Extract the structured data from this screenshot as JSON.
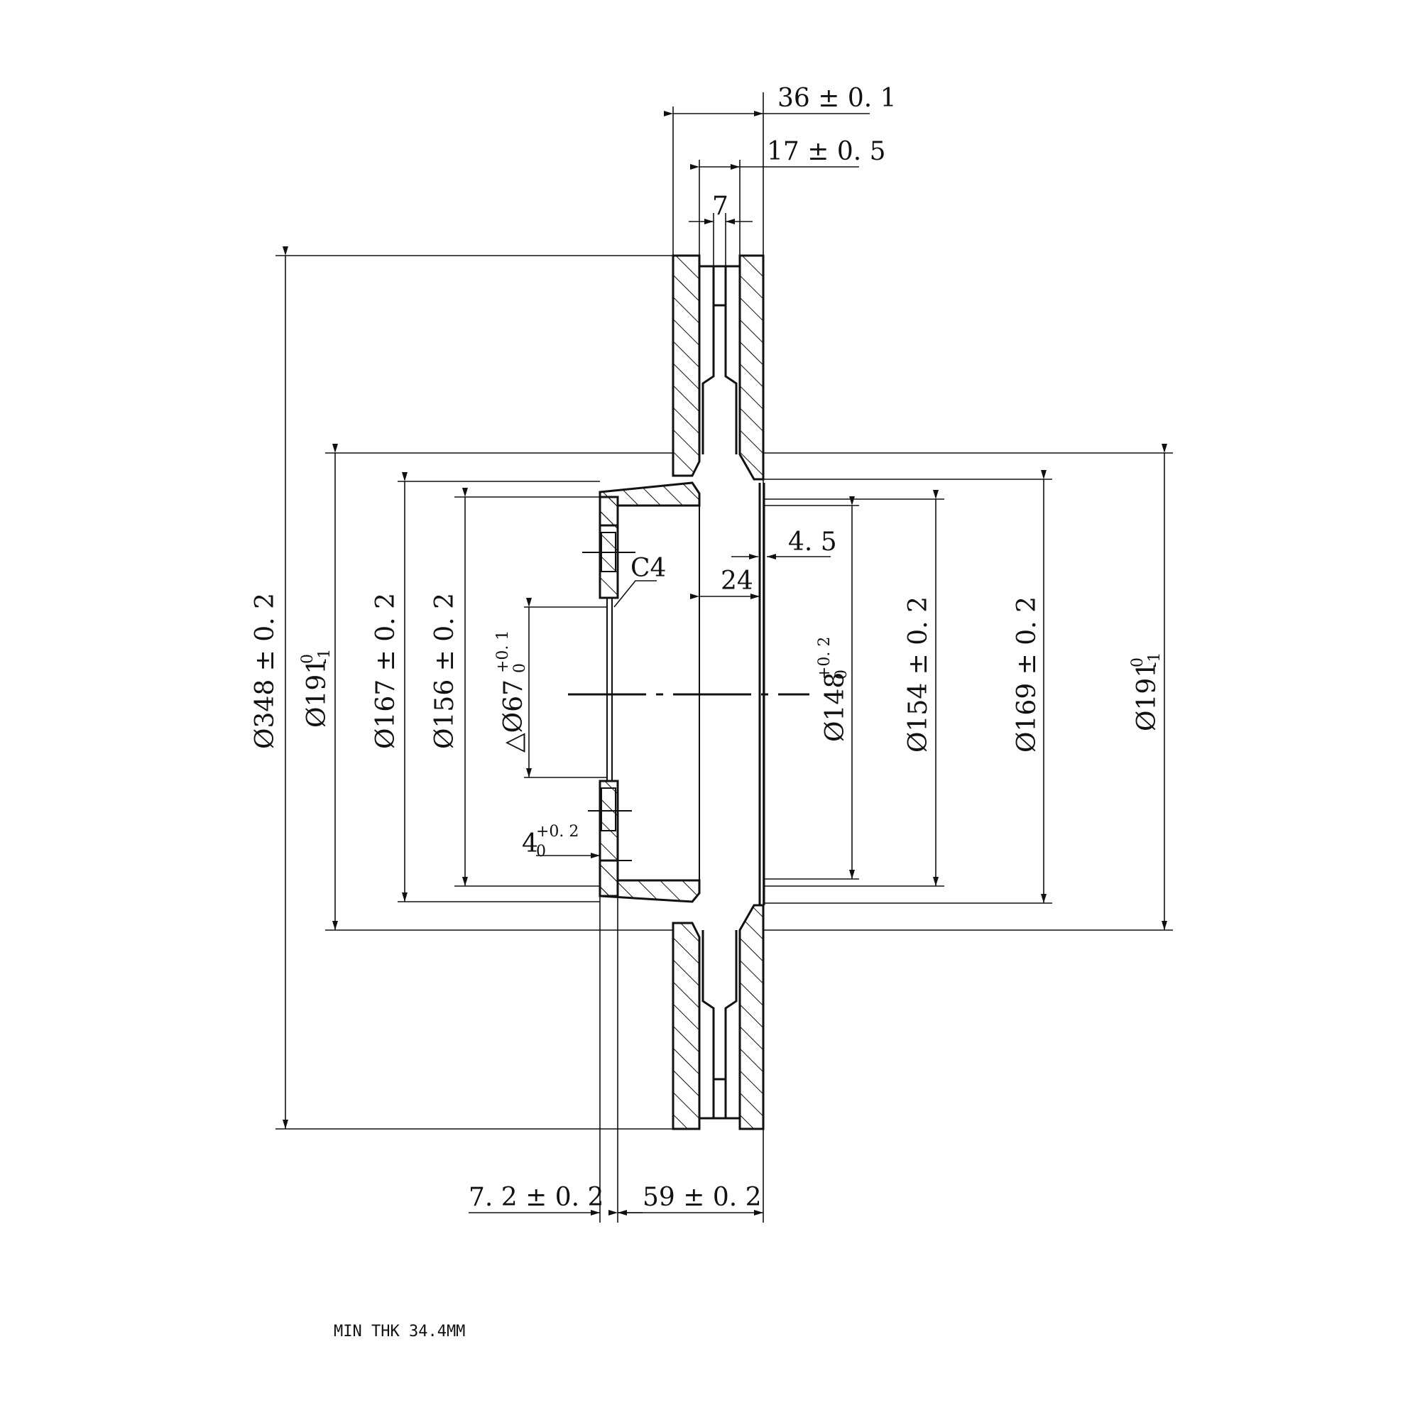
{
  "drawing": {
    "dims": {
      "overall_width": "36 ± 0. 1",
      "vane_width": "17 ± 0. 5",
      "slot_width": "7",
      "outer_dia": "Ø348 ± 0. 2",
      "hat_dia_left": "Ø191",
      "hat_dia_left_sup": "0",
      "hat_dia_left_sub": "-1",
      "dia_167": "Ø167 ± 0. 2",
      "dia_156": "Ø156 ± 0. 2",
      "center_bore": "△Ø67",
      "center_bore_sup": "+0. 1",
      "center_bore_sub": "0",
      "dia_148": "Ø148",
      "dia_148_sup": "+0. 2",
      "dia_148_sub": "0",
      "dia_154": "Ø154 ± 0. 2",
      "dia_169": "Ø169 ± 0. 2",
      "hat_dia_right": "Ø191",
      "hat_dia_right_sup": "0",
      "hat_dia_right_sub": "-1",
      "groove_4_5": "4. 5",
      "depth_24": "24",
      "chamfer": "C4",
      "hole_depth": "4",
      "hole_depth_sup": "+0. 2",
      "hole_depth_sub": "0",
      "flange_thk": "7. 2 ± 0. 2",
      "hat_height": "59 ± 0. 2"
    },
    "note": "MIN THK 34.4MM"
  }
}
